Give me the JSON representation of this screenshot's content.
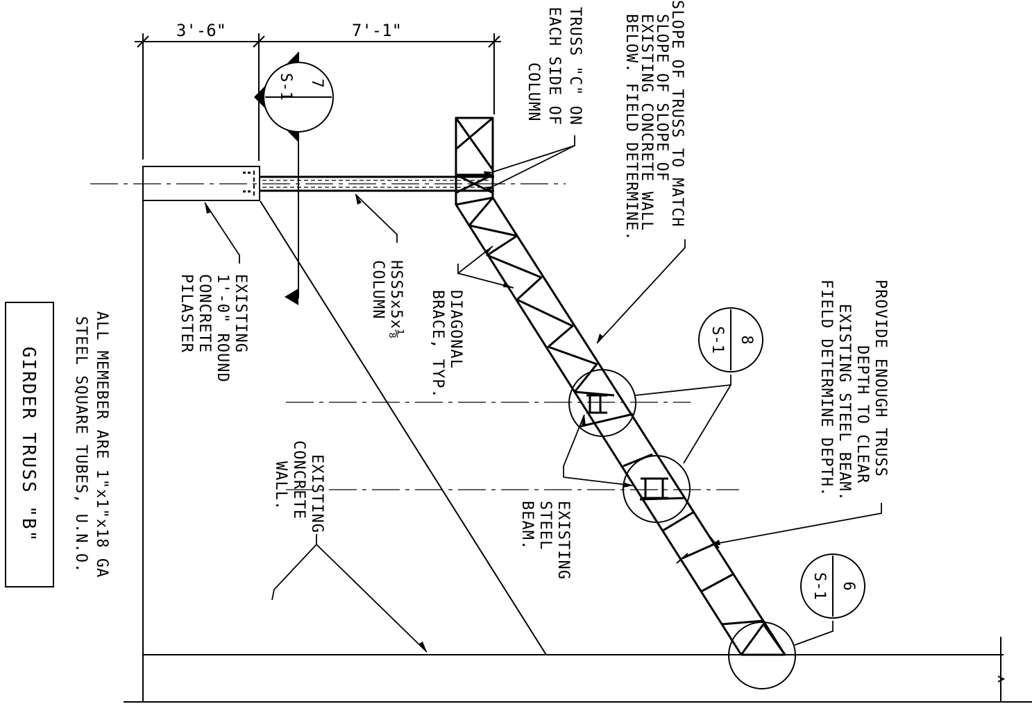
{
  "drawing": {
    "title": "GIRDER TRUSS \"B\"",
    "general_note": [
      "ALL MEMEBER ARE 1\"x1\"x18 GA",
      "STEEL SQUARE TUBES, U.N.O."
    ]
  },
  "dimensions": {
    "left": "3'-6\"",
    "right": "7'-1\""
  },
  "callouts": {
    "slope": [
      "SLOPE OF TRUSS TO MATCH",
      "SLOPE OF SLOPE OF",
      "EXISTING CONCRETE WALL",
      "BELOW. FIELD DETERMINE."
    ],
    "truss_c": [
      "TRUSS \"C\" ON",
      "EACH SIDE OF",
      "COLUMN"
    ],
    "pilaster": [
      "EXISTING",
      "1'-0\" ROUND",
      "CONCRETE",
      "PILASTER"
    ],
    "column": [
      "HSS5x5x⅛",
      "COLUMN"
    ],
    "brace": [
      "DIAGONAL",
      "BRACE, TYP."
    ],
    "wall": [
      "EXISTING",
      "CONCRETE",
      "WALL."
    ],
    "beam": [
      "EXISTING",
      "STEEL",
      "BEAM."
    ],
    "depth": [
      "PROVIDE ENOUGH TRUSS",
      "DEPTH TO CLEAR",
      "EXISTING STEEL BEAM.",
      "FIELD DETERMINE DEPTH."
    ]
  },
  "detail_bubbles": [
    {
      "number": "7",
      "sheet": "S-1"
    },
    {
      "number": "8",
      "sheet": "S-1"
    },
    {
      "number": "6",
      "sheet": "S-1"
    }
  ]
}
